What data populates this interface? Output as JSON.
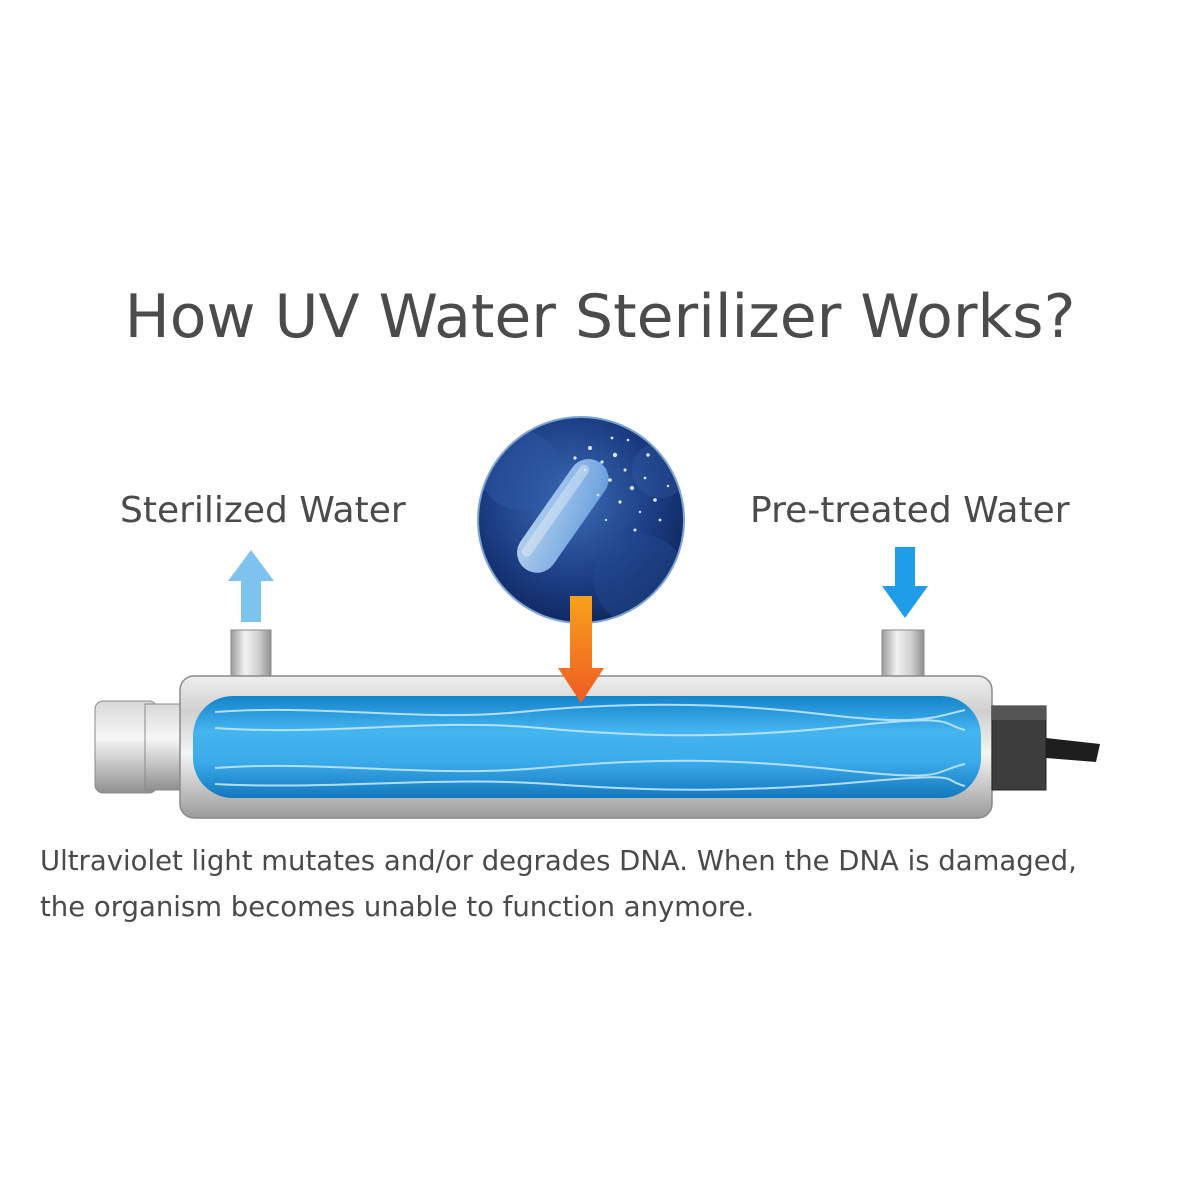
{
  "title": "How UV Water Sterilizer Works?",
  "labels": {
    "outlet": "Sterilized Water",
    "inlet": "Pre-treated Water"
  },
  "caption": {
    "line1": "Ultraviolet light mutates and/or degrades DNA. When the DNA is damaged,",
    "line2": "the organism becomes unable to function anymore."
  },
  "icons": {
    "outlet_arrow": "arrow-up-icon",
    "inlet_arrow": "arrow-down-icon",
    "uv_arrow": "arrow-down-icon",
    "microbe": "bacteria-icon"
  },
  "colors": {
    "outlet_arrow": "#7ec3ee",
    "inlet_arrow": "#1f9de6",
    "uv_arrow_top": "#f6a21b",
    "uv_arrow_bottom": "#f05a24",
    "water": "#37a9ec",
    "steel": "#c9c9c9",
    "circle": "#1b3a7a"
  }
}
